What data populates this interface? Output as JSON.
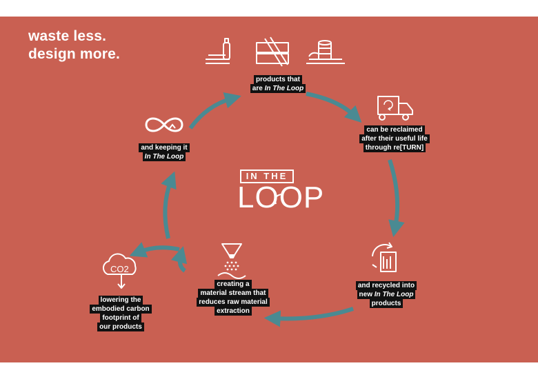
{
  "tagline": {
    "line1": "waste less.",
    "line2": "design more."
  },
  "logo": {
    "top": "IN THE",
    "bottom": "LOOP"
  },
  "steps": [
    {
      "id": "products",
      "lines": [
        "products that",
        "are In The Loop"
      ],
      "icon": "products-icon"
    },
    {
      "id": "reclaimed",
      "lines": [
        "can be reclaimed",
        "after their useful life",
        "through re[TURN]"
      ],
      "icon": "truck-icon"
    },
    {
      "id": "recycled",
      "lines": [
        "and recycled into",
        "new In The Loop",
        "products"
      ],
      "icon": "recycle-icon"
    },
    {
      "id": "material",
      "lines": [
        "creating a",
        "material stream that",
        "reduces raw material",
        "extraction"
      ],
      "icon": "hopper-icon"
    },
    {
      "id": "carbon",
      "lines": [
        "lowering the",
        "embodied carbon",
        "footprint of",
        "our products"
      ],
      "icon": "co2-cloud-icon"
    },
    {
      "id": "keeping",
      "lines": [
        "and keeping it",
        "In The Loop"
      ],
      "icon": "infinity-icon"
    }
  ],
  "co2_label": "CO2",
  "colors": {
    "background": "#c96052",
    "arrow": "#4a8a92",
    "label_bg": "#111111",
    "text": "#ffffff"
  }
}
